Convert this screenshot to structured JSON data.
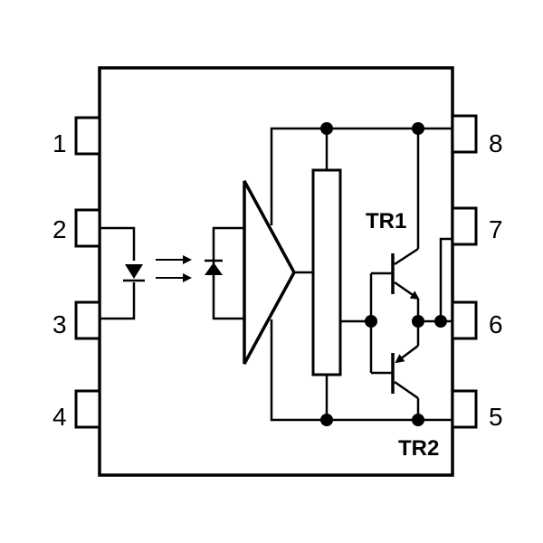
{
  "pins": {
    "p1": "1",
    "p2": "2",
    "p3": "3",
    "p4": "4",
    "p5": "5",
    "p6": "6",
    "p7": "7",
    "p8": "8"
  },
  "transistors": {
    "upper": "TR1",
    "lower": "TR2"
  },
  "icons": [
    "led-icon",
    "light-arrow-icon",
    "photodiode-icon",
    "amplifier-icon",
    "resistor-icon",
    "npn-transistor-icon",
    "pnp-transistor-icon"
  ],
  "colors": {
    "line": "#000000",
    "background": "#ffffff"
  }
}
